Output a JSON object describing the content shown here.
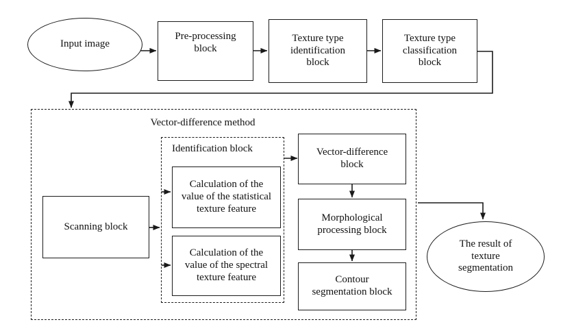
{
  "diagram": {
    "figure_type": "flowchart",
    "colors": {
      "background": "#ffffff",
      "line": "#1a1a1a",
      "text": "#111111"
    },
    "groups": {
      "method": {
        "label": "Vector-difference method"
      },
      "identification": {
        "label": "Identification block"
      }
    },
    "nodes": {
      "input": {
        "label": "Input image",
        "shape": "ellipse"
      },
      "preprocessing": {
        "label": "Pre-processing\nblock",
        "shape": "rect"
      },
      "texture_identification": {
        "label": "Texture type\nidentification\nblock",
        "shape": "rect"
      },
      "texture_classification": {
        "label": "Texture type\nclassification\nblock",
        "shape": "rect"
      },
      "scanning": {
        "label": "Scanning block",
        "shape": "rect"
      },
      "statistical": {
        "label": "Calculation of the\nvalue of the statistical\ntexture feature",
        "shape": "rect"
      },
      "spectral": {
        "label": "Calculation of the\nvalue of the spectral\ntexture feature",
        "shape": "rect"
      },
      "vector_difference": {
        "label": "Vector-difference\nblock",
        "shape": "rect"
      },
      "morphological": {
        "label": "Morphological\nprocessing block",
        "shape": "rect"
      },
      "contour": {
        "label": "Contour\nsegmentation block",
        "shape": "rect"
      },
      "result": {
        "label": "The result of\ntexture\nsegmentation",
        "shape": "ellipse"
      }
    },
    "edges": [
      "input -> preprocessing",
      "preprocessing -> texture_identification",
      "texture_identification -> texture_classification",
      "texture_classification -> method_group",
      "scanning -> identification_group",
      "identification_group -> statistical",
      "identification_group -> spectral",
      "identification_group -> vector_difference",
      "vector_difference -> morphological",
      "morphological -> contour",
      "method_group -> result"
    ]
  }
}
